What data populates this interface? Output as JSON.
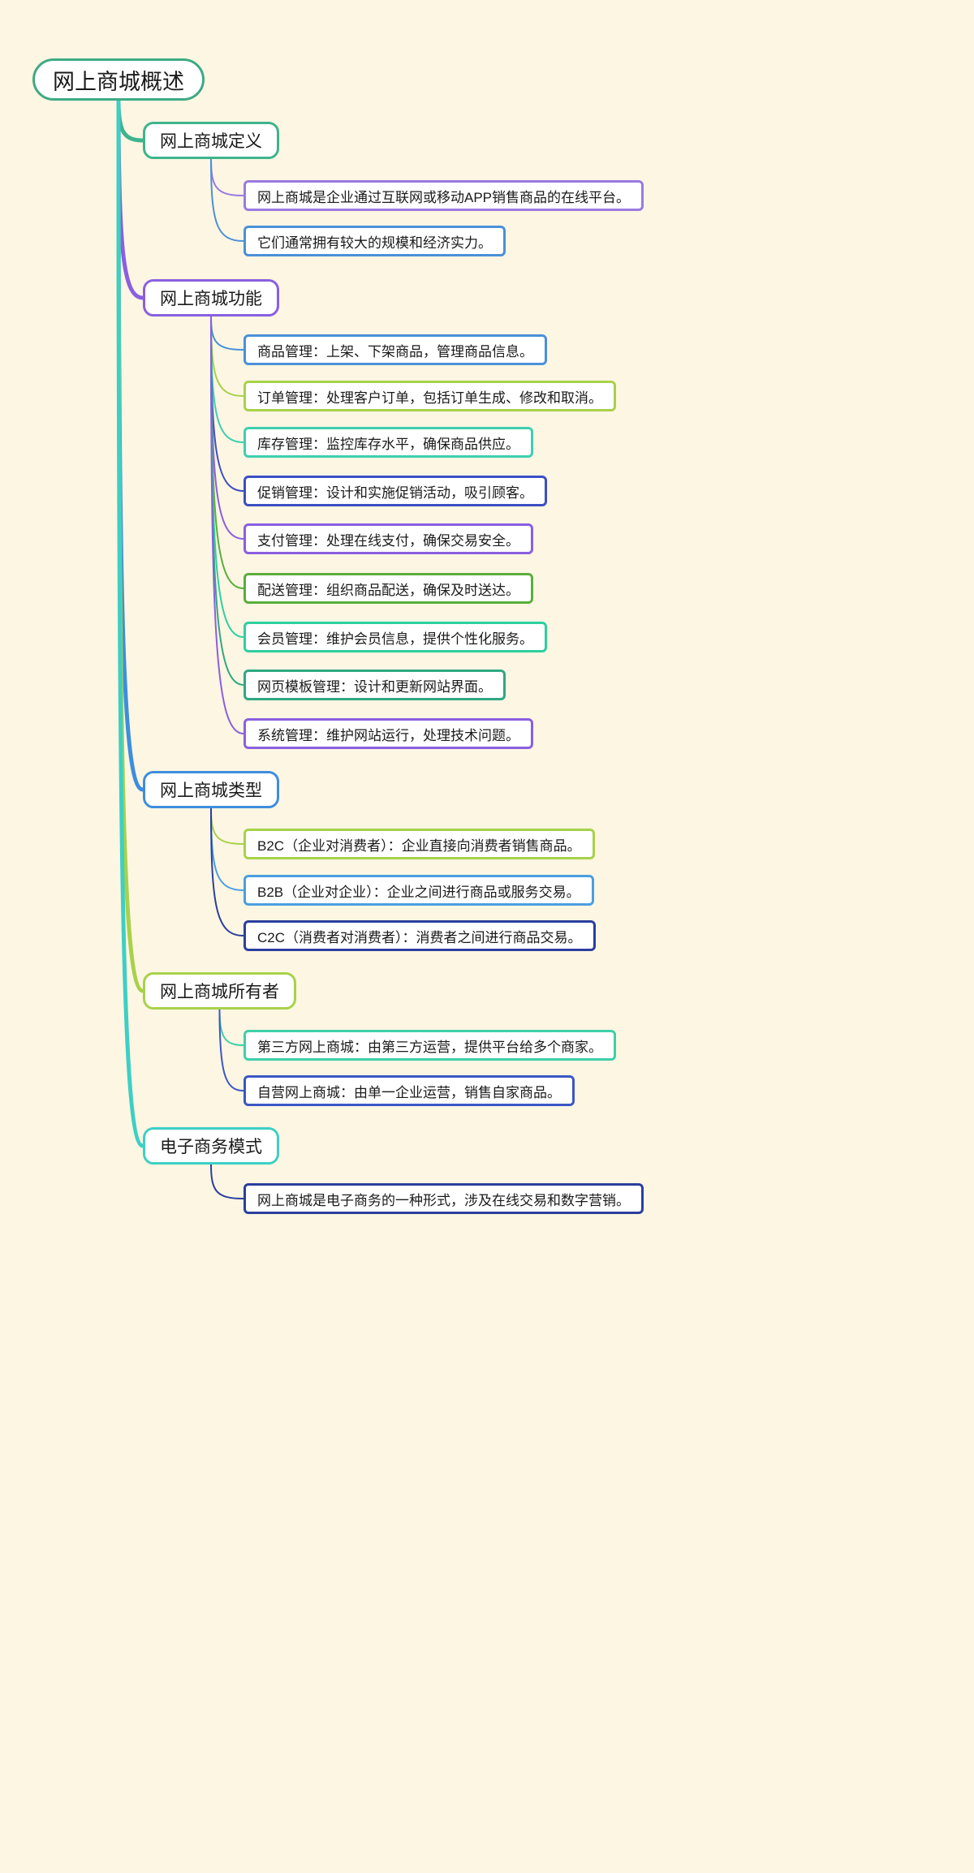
{
  "diagram": {
    "type": "mindmap",
    "background_color": "#fdf6e3",
    "root": {
      "label": "网上商城概述",
      "border_color": "#3eaa84"
    },
    "branches": [
      {
        "label": "网上商城定义",
        "border_color": "#3eb48c",
        "children": [
          {
            "label": "网上商城是企业通过互联网或移动APP销售商品的在线平台。",
            "border_color": "#9b7ae0"
          },
          {
            "label": "它们通常拥有较大的规模和经济实力。",
            "border_color": "#4a90d9"
          }
        ]
      },
      {
        "label": "网上商城功能",
        "border_color": "#8a5fe0",
        "children": [
          {
            "label": "商品管理：上架、下架商品，管理商品信息。",
            "border_color": "#4a90d9"
          },
          {
            "label": "订单管理：处理客户订单，包括订单生成、修改和取消。",
            "border_color": "#a8d14a"
          },
          {
            "label": "库存管理：监控库存水平，确保商品供应。",
            "border_color": "#3ecfb0"
          },
          {
            "label": "促销管理：设计和实施促销活动，吸引顾客。",
            "border_color": "#3b4fc4"
          },
          {
            "label": "支付管理：处理在线支付，确保交易安全。",
            "border_color": "#8a5fe0"
          },
          {
            "label": "配送管理：组织商品配送，确保及时送达。",
            "border_color": "#5aae3c"
          },
          {
            "label": "会员管理：维护会员信息，提供个性化服务。",
            "border_color": "#2ecfa0"
          },
          {
            "label": "网页模板管理：设计和更新网站界面。",
            "border_color": "#2fa882"
          },
          {
            "label": "系统管理：维护网站运行，处理技术问题。",
            "border_color": "#8a5fe0"
          }
        ]
      },
      {
        "label": "网上商城类型",
        "border_color": "#3d8ede",
        "children": [
          {
            "label": "B2C（企业对消费者）：企业直接向消费者销售商品。",
            "border_color": "#a8d14a"
          },
          {
            "label": "B2B（企业对企业）：企业之间进行商品或服务交易。",
            "border_color": "#4a9fe0"
          },
          {
            "label": "C2C（消费者对消费者）：消费者之间进行商品交易。",
            "border_color": "#2b3f9e"
          }
        ]
      },
      {
        "label": "网上商城所有者",
        "border_color": "#a8d14a",
        "children": [
          {
            "label": "第三方网上商城：由第三方运营，提供平台给多个商家。",
            "border_color": "#3ecfa8"
          },
          {
            "label": "自营网上商城：由单一企业运营，销售自家商品。",
            "border_color": "#3b57c4"
          }
        ]
      },
      {
        "label": "电子商务模式",
        "border_color": "#3ecfc4",
        "children": [
          {
            "label": "网上商城是电子商务的一种形式，涉及在线交易和数字营销。",
            "border_color": "#2b3f9e"
          }
        ]
      }
    ]
  }
}
